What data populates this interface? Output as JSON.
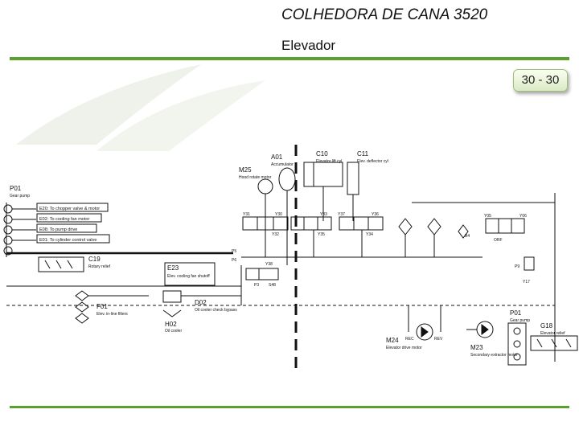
{
  "header": {
    "title": "COLHEDORA DE CANA 3520",
    "subtitle": "Elevador",
    "page": "30 - 30"
  },
  "colors": {
    "accent": "#5aa02c",
    "line": "#111111"
  },
  "schematic": {
    "components": {
      "p01_left": {
        "id": "P01",
        "label": "Gear pump"
      },
      "a01": {
        "id": "A01",
        "label": "Accumulator"
      },
      "c10": {
        "id": "C10",
        "label": "Elevator lift cyl"
      },
      "c11": {
        "id": "C11",
        "label": "Elev. deflector cyl"
      },
      "m25": {
        "id": "M25",
        "label": "Hood rotate motor"
      },
      "c19": {
        "id": "C19",
        "label": "Rotary relief"
      },
      "e23": {
        "id": "E23",
        "label": "Elev. cooling fan shutoff"
      },
      "f01": {
        "id": "F01",
        "label": "Elev. in-line filters"
      },
      "h02": {
        "id": "H02",
        "label": "Oil cooler"
      },
      "d02": {
        "id": "D02",
        "label": "Oil cooler check bypass"
      },
      "m24": {
        "id": "M24",
        "label": "Elevator drive motor"
      },
      "m23": {
        "id": "M23",
        "label": "Secondary extractor motor"
      },
      "p01_right": {
        "id": "P01",
        "label": "Gear pump"
      },
      "g18": {
        "id": "G18",
        "label": "Elevator relief"
      }
    },
    "port_labels": [
      {
        "text": "E20: To chopper valve & motor"
      },
      {
        "text": "E02: To cooling fan motor"
      },
      {
        "text": "E08: To pump drive"
      },
      {
        "text": "E01: To cylinder control valve"
      }
    ],
    "valve_tags": {
      "y31": "Y31",
      "y30": "Y30",
      "y32": "Y32",
      "y33": "Y33",
      "y37": "Y37",
      "y36": "Y36",
      "y34": "Y34",
      "y35": "Y35",
      "y05": "Y05",
      "y06": "Y06",
      "y38": "Y38",
      "y17": "Y17",
      "p3": "P3",
      "s48": "S48",
      "b4": "B4",
      "p5": "P5",
      "p6": "P6",
      "p9": "P9",
      "rec": "REC",
      "rev": "REV",
      "orf": "ORF"
    }
  }
}
